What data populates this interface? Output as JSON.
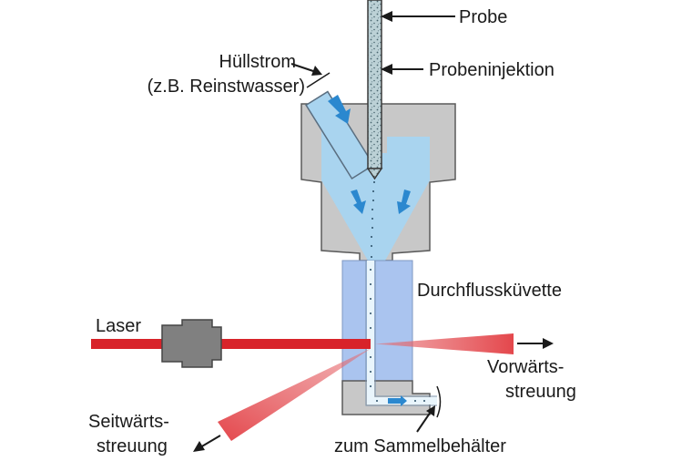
{
  "labels": {
    "probe": "Probe",
    "sheath_line1": "Hüllstrom",
    "sheath_line2": "(z.B. Reinstwasser)",
    "injection": "Probeninjektion",
    "flow_cell": "Durchflussküvette",
    "laser": "Laser",
    "forward_line1": "Vorwärts-",
    "forward_line2": "streuung",
    "side_line1": "Seitwärts-",
    "side_line2": "streuung",
    "collection": "zum Sammelbehälter"
  },
  "colors": {
    "housing": "#c8c8c8",
    "housing_stroke": "#5a5a5a",
    "fluid": "#a9d4ef",
    "cuvette": "#aac4ef",
    "flow_arrow": "#2b88cf",
    "laser": "#d8232a",
    "scatter": "#e5575b",
    "sample_tube": "#b9cfd4",
    "detector": "#808080"
  }
}
